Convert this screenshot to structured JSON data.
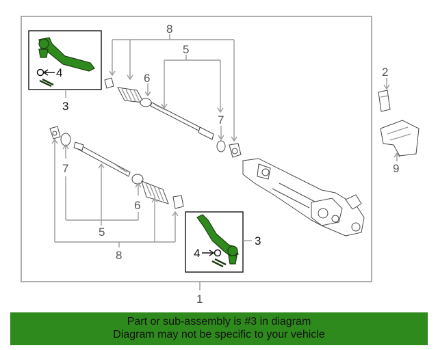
{
  "callouts": {
    "c1": "1",
    "c2": "2",
    "c3_top": "3",
    "c3_bottom": "3",
    "c4_top": "4",
    "c4_bottom": "4",
    "c5_top": "5",
    "c5_bottom": "5",
    "c6_top": "6",
    "c6_bottom": "6",
    "c7_top": "7",
    "c7_bottom": "7",
    "c8_top": "8",
    "c8_bottom": "8",
    "c9": "9"
  },
  "banner": {
    "line1": "Part or sub-assembly is #3 in diagram",
    "line2": "Diagram may not be specific to your vehicle"
  },
  "colors": {
    "highlight": "#2f8a1d",
    "frame": "#9a9a9a"
  }
}
